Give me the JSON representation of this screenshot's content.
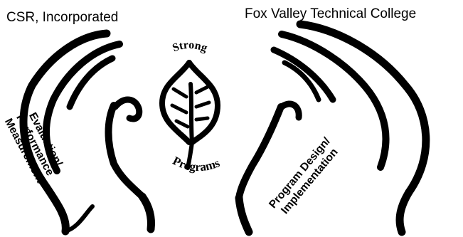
{
  "header": {
    "left_org": "CSR, Incorporated",
    "right_org": "Fox Valley Technical College"
  },
  "center": {
    "top_word": "Strong",
    "bottom_word": "Programs"
  },
  "left_hand": {
    "lines": [
      "Evaluation/",
      "Performance",
      "Measurement"
    ]
  },
  "right_hand": {
    "lines": [
      "Program Design/",
      "Implementation"
    ]
  },
  "colors": {
    "ink": "#000000",
    "background": "#ffffff"
  }
}
